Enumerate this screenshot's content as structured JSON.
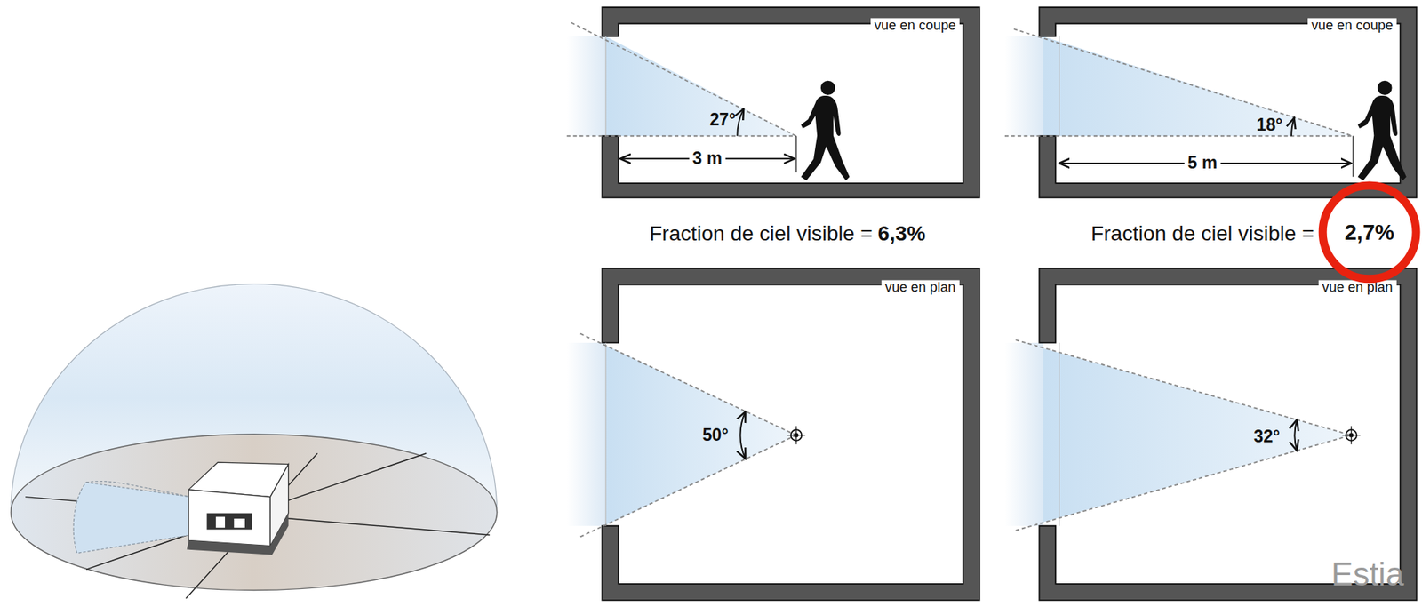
{
  "diagram": {
    "nodes": [
      {
        "text": [
          "2,7%"
        ]
      }
    ],
    "labels": [
      "vue en coupe",
      "27°",
      "3 m",
      "vue en coupe",
      "18°",
      "5 m",
      "Fraction de ciel visible =",
      "6,3%",
      "Fraction de ciel visible =",
      "vue en plan",
      "50°",
      "vue en plan",
      "32°",
      "Estia"
    ]
  }
}
